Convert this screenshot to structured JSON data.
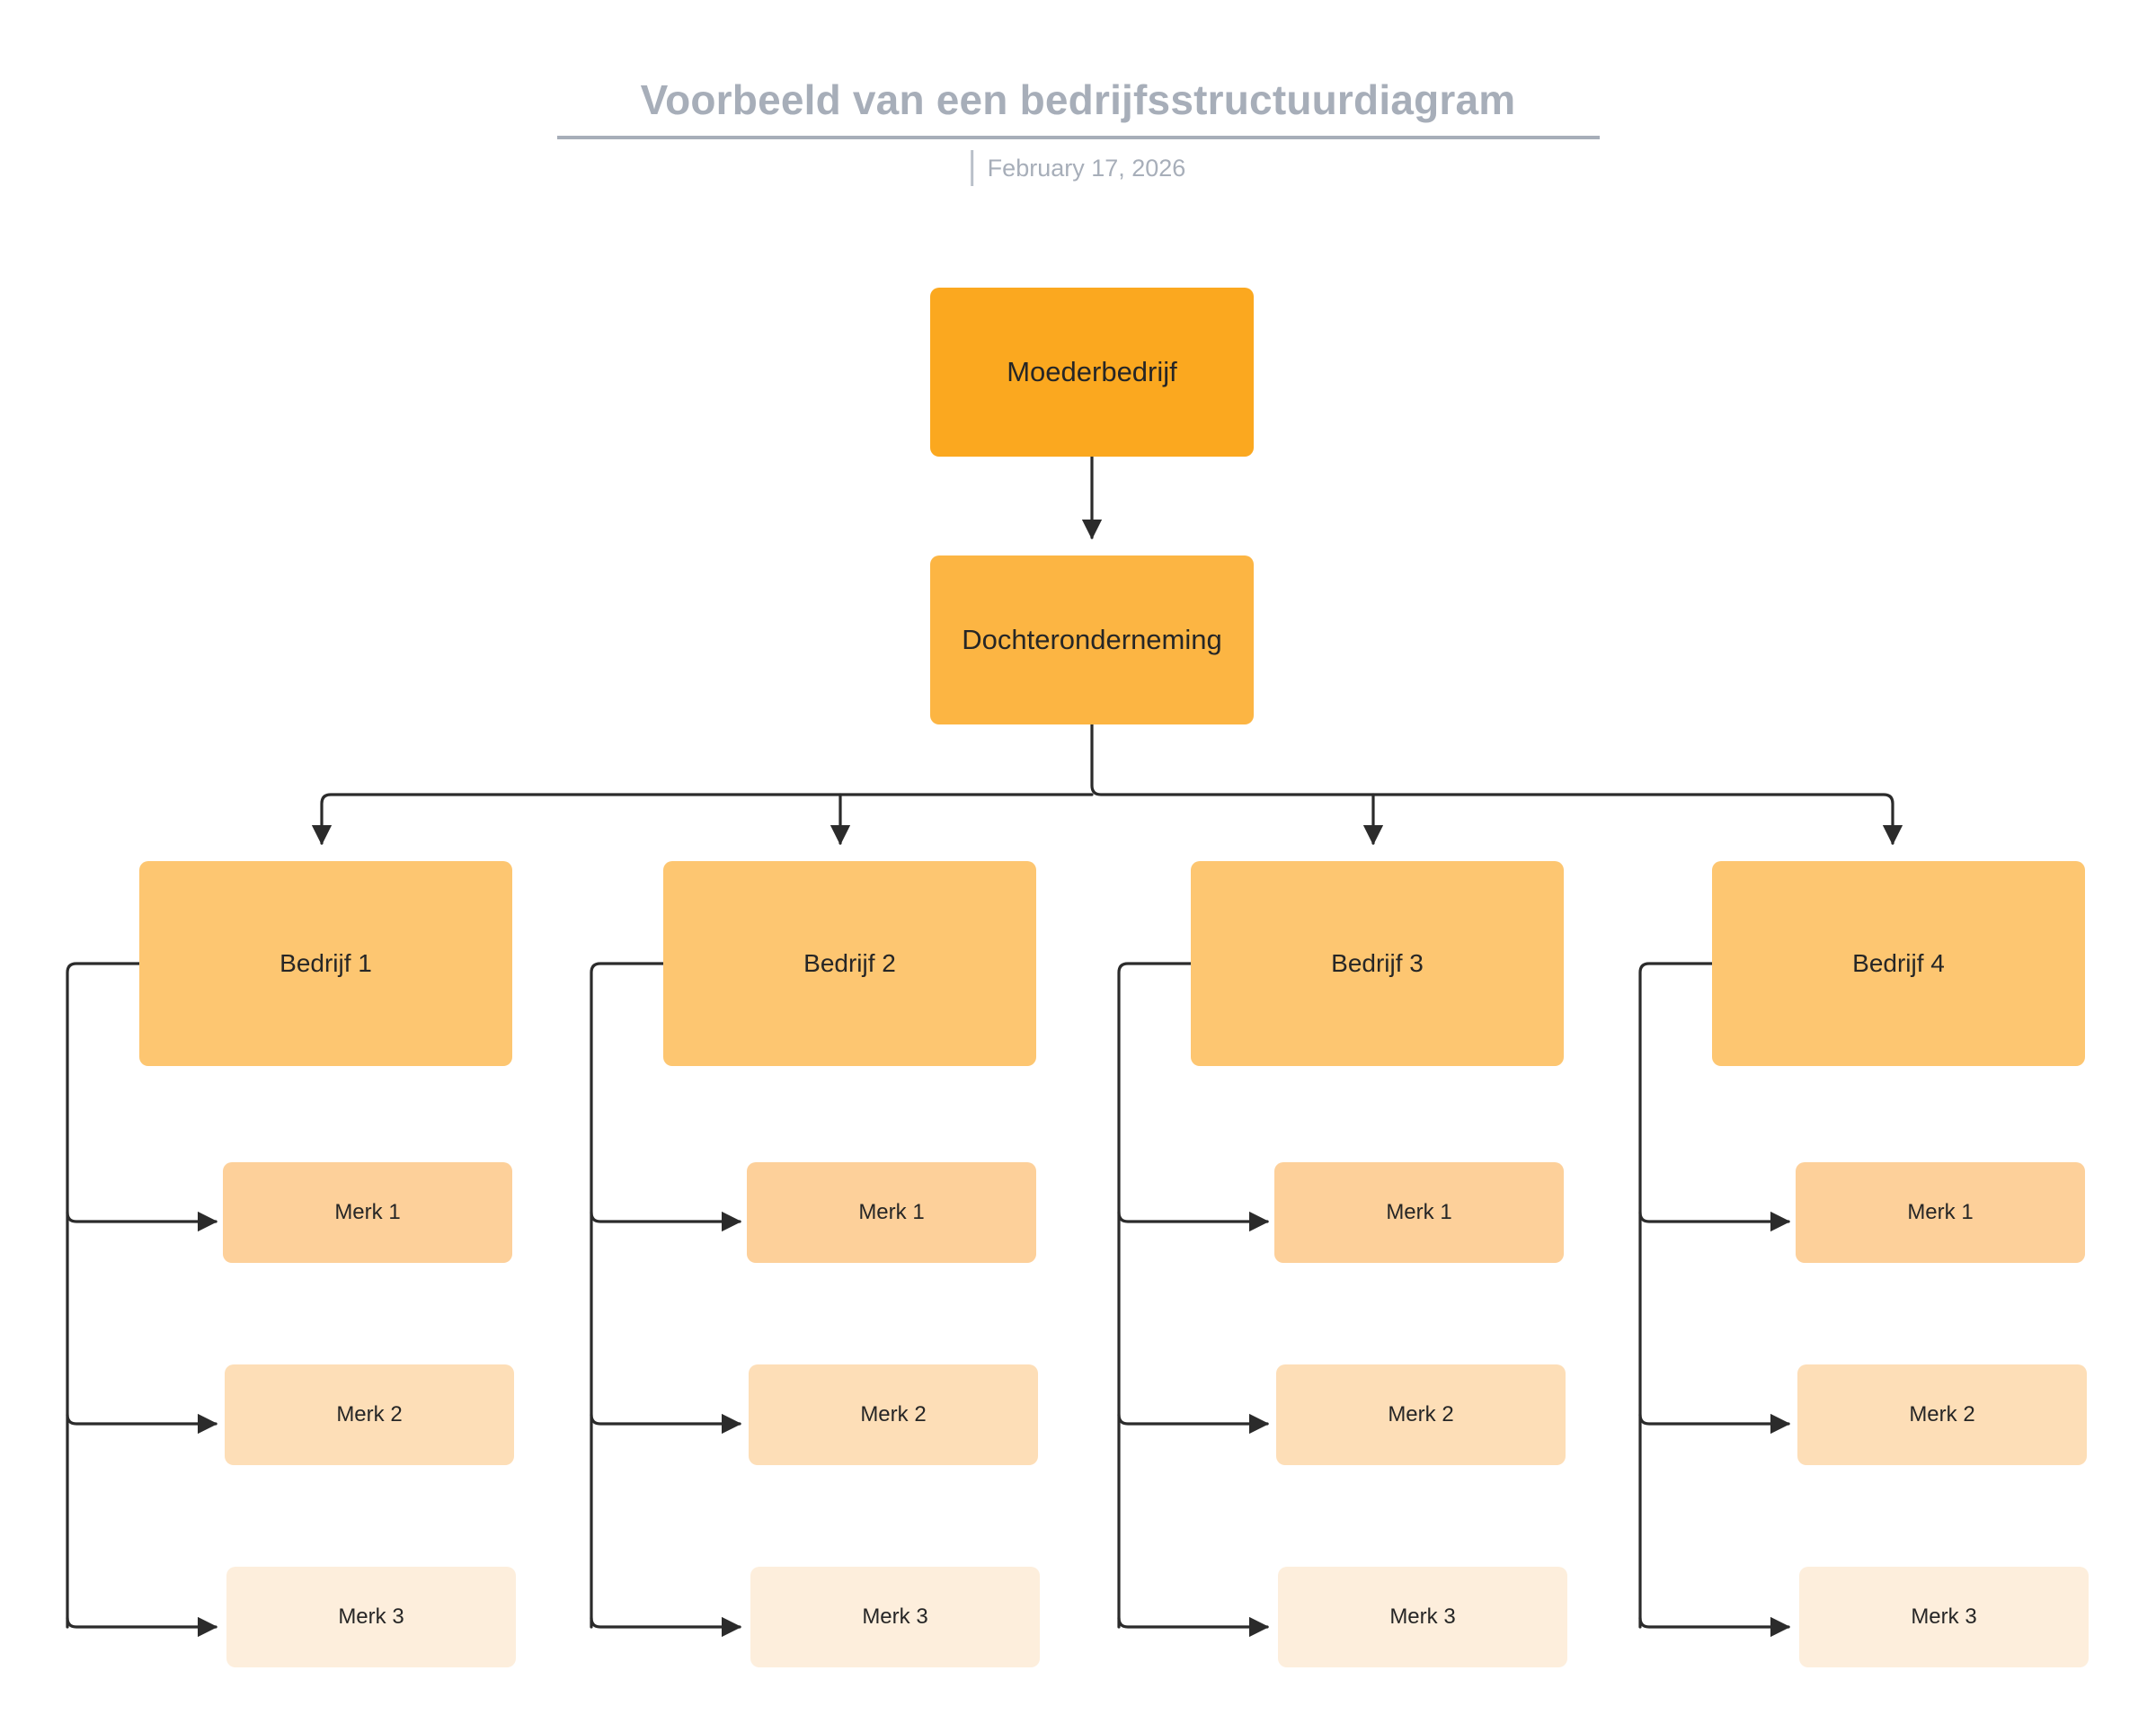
{
  "header": {
    "title": "Voorbeeld van een bedrijfsstructuurdiagram",
    "date": "February 17, 2026"
  },
  "colors": {
    "title_text": "#a7aeb9",
    "rule": "#a7aeb9",
    "node_text": "#262626",
    "edge": "#2b2b2b",
    "background": "#ffffff",
    "level_root": "#FBA81F",
    "level_sub": "#FCB543",
    "level_company": "#FDC671",
    "level_brand_1": "#FDD09A",
    "level_brand_2": "#FDDEB7",
    "level_brand_3": "#FDEEDC"
  },
  "diagram": {
    "type": "org-chart",
    "root": {
      "label": "Moederbedrijf"
    },
    "subsidiary": {
      "label": "Dochteronderneming"
    },
    "companies": [
      {
        "label": "Bedrijf 1",
        "brands": [
          {
            "label": "Merk 1"
          },
          {
            "label": "Merk 2"
          },
          {
            "label": "Merk 3"
          }
        ]
      },
      {
        "label": "Bedrijf 2",
        "brands": [
          {
            "label": "Merk 1"
          },
          {
            "label": "Merk 2"
          },
          {
            "label": "Merk 3"
          }
        ]
      },
      {
        "label": "Bedrijf 3",
        "brands": [
          {
            "label": "Merk 1"
          },
          {
            "label": "Merk 2"
          },
          {
            "label": "Merk 3"
          }
        ]
      },
      {
        "label": "Bedrijf 4",
        "brands": [
          {
            "label": "Merk 1"
          },
          {
            "label": "Merk 2"
          },
          {
            "label": "Merk 3"
          }
        ]
      }
    ]
  }
}
